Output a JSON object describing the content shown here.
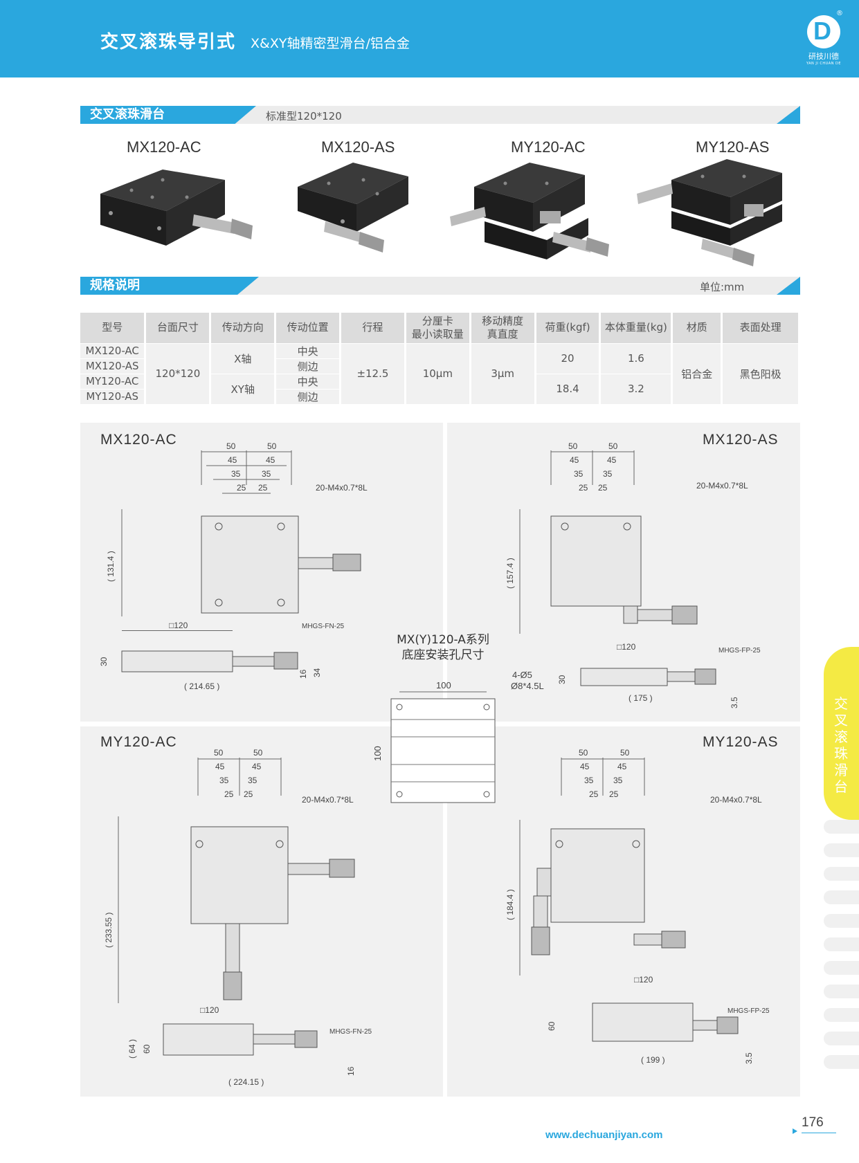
{
  "header": {
    "title_main": "交叉滚珠导引式",
    "title_sub": "X&XY轴精密型滑台/铝合金",
    "logo_letter": "D",
    "logo_reg": "®",
    "logo_cn": "研技川德",
    "logo_en": "YAN JI CHUAN DE"
  },
  "section_products": {
    "tab": "交叉滚珠滑台",
    "sub": "标准型120*120"
  },
  "products": [
    "MX120-AC",
    "MX120-AS",
    "MY120-AC",
    "MY120-AS"
  ],
  "section_specs": {
    "tab": "规格说明",
    "unit": "单位:mm"
  },
  "spec_table": {
    "headers": [
      "型号",
      "台面尺寸",
      "传动方向",
      "传动位置",
      "行程",
      "分厘卡",
      "最小读取量",
      "移动精度",
      "真直度",
      "荷重(kgf)",
      "本体重量(kg)",
      "材质",
      "表面处理"
    ],
    "models": [
      "MX120-AC",
      "MX120-AS",
      "MY120-AC",
      "MY120-AS"
    ],
    "table_size": "120*120",
    "directions": [
      "X轴",
      "XY轴"
    ],
    "positions": [
      "中央",
      "侧边",
      "中央",
      "侧边"
    ],
    "stroke": "±12.5",
    "min_reading": "10μm",
    "accuracy": "3μm",
    "loads": [
      "20",
      "18.4"
    ],
    "weights": [
      "1.6",
      "3.2"
    ],
    "material": "铝合金",
    "surface": "黑色阳极"
  },
  "drawings": {
    "labels": [
      "MX120-AC",
      "MX120-AS",
      "MY120-AC",
      "MY120-AS"
    ],
    "dims_top": [
      "50",
      "50",
      "45",
      "45",
      "35",
      "35",
      "25",
      "25"
    ],
    "dims_side": [
      "50",
      "45",
      "35",
      "25",
      "25",
      "35",
      "45",
      "50"
    ],
    "thread": "20-M4x0.7*8L",
    "mx_ac": {
      "height": "( 131.4 )",
      "width": "□120",
      "len": "( 214.65 )",
      "micrometer": "MHGS-FN-25",
      "h30": "30",
      "h16": "16",
      "h34": "34"
    },
    "mx_as": {
      "height": "( 157.4 )",
      "width": "□120",
      "len": "( 175 )",
      "micrometer": "MHGS-FP-25",
      "h30": "30",
      "h35": "3.5"
    },
    "my_ac": {
      "height": "( 233.55 )",
      "width": "□120",
      "len": "( 224.15 )",
      "micrometer": "MHGS-FN-25",
      "h64": "( 64 )",
      "h60": "60",
      "h16": "16"
    },
    "my_as": {
      "height": "( 184.4 )",
      "width": "□120",
      "len": "( 199 )",
      "micrometer": "MHGS-FP-25",
      "h60": "60",
      "h35": "3.5"
    },
    "base": {
      "title1": "MX(Y)120-A系列",
      "title2": "底座安装孔尺寸",
      "w": "100",
      "h": "100",
      "holes1": "4-Ø5",
      "holes2": "Ø8*4.5L"
    }
  },
  "side_tab": "交叉滚珠滑台",
  "footer": {
    "url": "www.dechuanjiyan.com",
    "page": "176"
  }
}
